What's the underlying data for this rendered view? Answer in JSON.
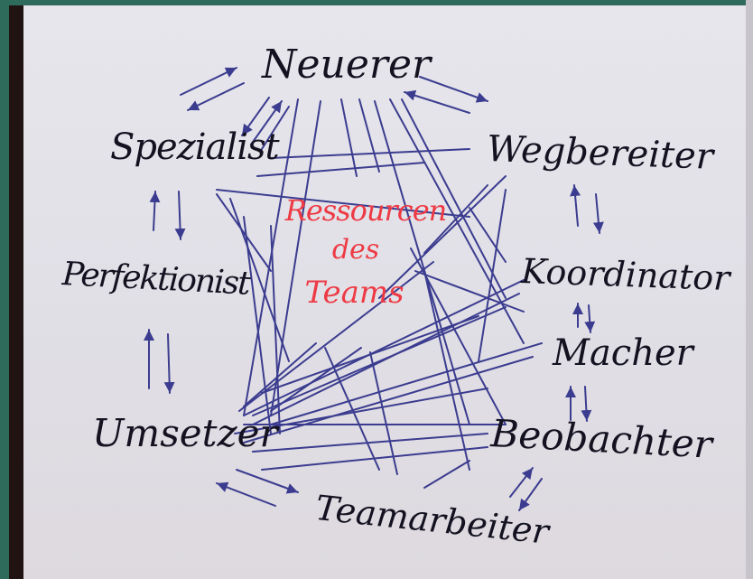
{
  "flipchart": {
    "center_lines": [
      "Ressourcen",
      "des",
      "Teams"
    ],
    "roles": {
      "neuerer": "Neuerer",
      "wegbereiter": "Wegbereiter",
      "koordinator": "Koordinator",
      "macher": "Macher",
      "beobachter": "Beobachter",
      "teamarbeiter": "Teamarbeiter",
      "umsetzer": "Umsetzer",
      "perfektionist": "Perfektionist",
      "spezialist": "Spezialist"
    },
    "colors": {
      "role_text": "#141220",
      "center_text": "#ee3a44",
      "connector": "#3b3c8f",
      "paper": "#e5e4ea"
    }
  }
}
